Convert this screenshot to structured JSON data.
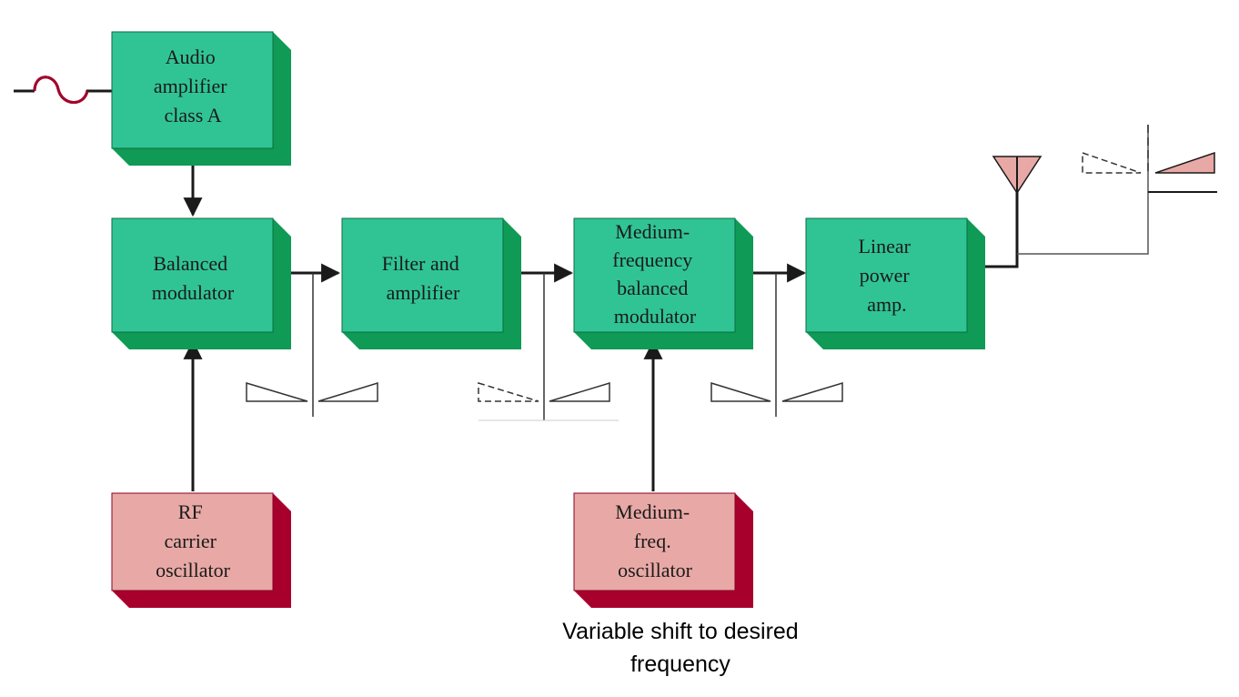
{
  "blocks": {
    "audio_amp": {
      "lines": [
        "Audio",
        "amplifier",
        "class A"
      ]
    },
    "balanced_mod": {
      "lines": [
        "Balanced",
        "modulator"
      ]
    },
    "filter_amp": {
      "lines": [
        "Filter and",
        "amplifier"
      ]
    },
    "medium_freq_mod": {
      "lines": [
        "Medium-",
        "frequency",
        "balanced",
        "modulator"
      ]
    },
    "linear_power_amp": {
      "lines": [
        "Linear",
        "power",
        "amp."
      ]
    },
    "rf_oscillator": {
      "lines": [
        "RF",
        "carrier",
        "oscillator"
      ]
    },
    "medium_freq_oscillator": {
      "lines": [
        "Medium-",
        "freq.",
        "oscillator"
      ]
    }
  },
  "caption": {
    "line1": "Variable shift to desired",
    "line2": "frequency"
  },
  "colors": {
    "green_face": "#30c495",
    "green_side": "#0f9a55",
    "red_face": "#e8a9a6",
    "red_side": "#a8002c",
    "line": "#1a1a1a",
    "audio_wave": "#a8002c"
  }
}
